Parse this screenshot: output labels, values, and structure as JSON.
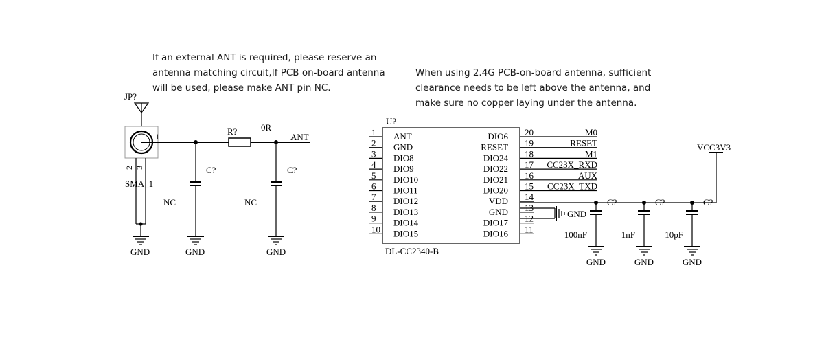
{
  "notes": {
    "left": [
      "If an external ANT is required, please reserve an",
      "antenna matching circuit,If PCB on-board antenna",
      "will be used, please make ANT pin NC."
    ],
    "right": [
      "When using 2.4G PCB-on-board antenna, sufficient",
      "clearance needs to be left above the antenna, and",
      "make sure no copper laying under the antenna."
    ]
  },
  "antenna": {
    "ref": "JP?",
    "part": "SMA_1",
    "pin1": "1",
    "pin2": "2",
    "pin3": "3",
    "gnd": "GND"
  },
  "match": {
    "r_ref": "R?",
    "r_value": "0R",
    "c1_ref": "C?",
    "c2_ref": "C?",
    "c1_value": "NC",
    "c2_value": "NC",
    "c1_gnd": "GND",
    "c2_gnd": "GND",
    "net": "ANT"
  },
  "ic": {
    "ref": "U?",
    "part": "DL-CC2340-B",
    "left_pins": [
      {
        "num": "1",
        "name": "ANT"
      },
      {
        "num": "2",
        "name": "GND"
      },
      {
        "num": "3",
        "name": "DIO8"
      },
      {
        "num": "4",
        "name": "DIO9"
      },
      {
        "num": "5",
        "name": "DIO10"
      },
      {
        "num": "6",
        "name": "DIO11"
      },
      {
        "num": "7",
        "name": "DIO12"
      },
      {
        "num": "8",
        "name": "DIO13"
      },
      {
        "num": "9",
        "name": "DIO14"
      },
      {
        "num": "10",
        "name": "DIO15"
      }
    ],
    "right_pins": [
      {
        "num": "20",
        "name": "DIO6",
        "net": "M0"
      },
      {
        "num": "19",
        "name": "RESET",
        "net": "RESET"
      },
      {
        "num": "18",
        "name": "DIO24",
        "net": "M1"
      },
      {
        "num": "17",
        "name": "DIO22",
        "net": "CC23X_RXD"
      },
      {
        "num": "16",
        "name": "DIO21",
        "net": "AUX"
      },
      {
        "num": "15",
        "name": "DIO20",
        "net": "CC23X_TXD"
      },
      {
        "num": "14",
        "name": "VDD",
        "net": ""
      },
      {
        "num": "13",
        "name": "GND",
        "net": ""
      },
      {
        "num": "12",
        "name": "DIO17",
        "net": ""
      },
      {
        "num": "11",
        "name": "DIO16",
        "net": ""
      }
    ],
    "gnd_label": "GND"
  },
  "decoupling": {
    "supply": "VCC3V3",
    "caps": [
      {
        "ref": "C?",
        "value": "100nF",
        "gnd": "GND"
      },
      {
        "ref": "C?",
        "value": "1nF",
        "gnd": "GND"
      },
      {
        "ref": "C?",
        "value": "10pF",
        "gnd": "GND"
      }
    ]
  }
}
